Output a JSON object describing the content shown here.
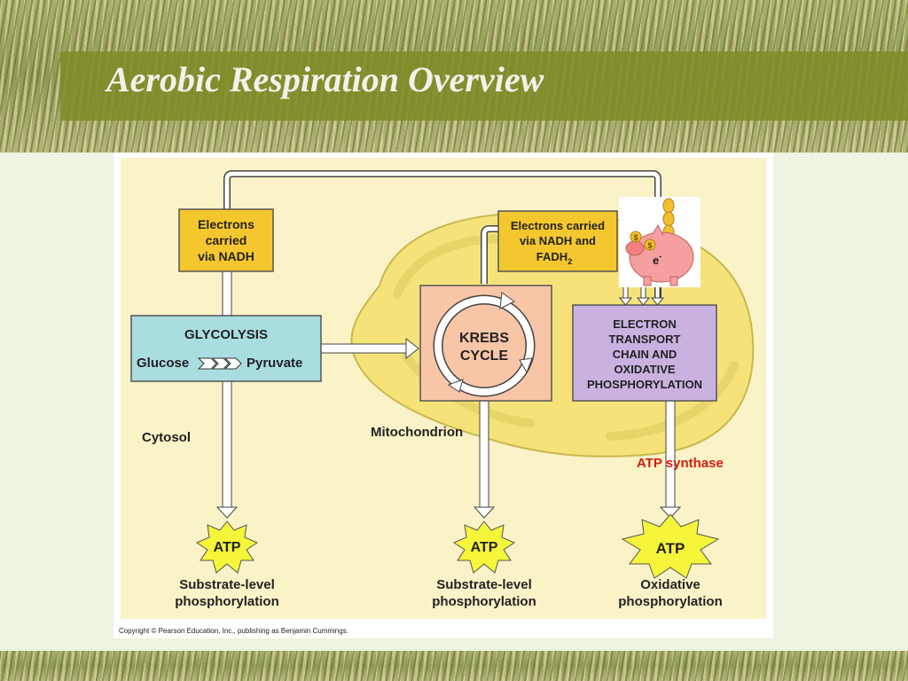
{
  "slide": {
    "title": "Aerobic Respiration Overview"
  },
  "diagram": {
    "electrons_nadh_box": [
      "Electrons",
      "carried",
      "via NADH"
    ],
    "electrons_nadh_fadh2_box": [
      "Electrons carried",
      "via NADH and",
      "FADH"
    ],
    "fadh2_subscript": "2",
    "glycolysis_title": "GLYCOLYSIS",
    "glucose_label": "Glucose",
    "pyruvate_label": "Pyruvate",
    "krebs_lines": [
      "KREBS",
      "CYCLE"
    ],
    "etc_lines": [
      "ELECTRON",
      "TRANSPORT",
      "CHAIN AND",
      "OXIDATIVE",
      "PHOSPHORYLATION"
    ],
    "cytosol_label": "Cytosol",
    "mitochondrion_label": "Mitochondrion",
    "atp_synthase_label": "ATP synthase",
    "atp_label": "ATP",
    "outputs": [
      {
        "lines": [
          "Substrate-level",
          "phosphorylation"
        ]
      },
      {
        "lines": [
          "Substrate-level",
          "phosphorylation"
        ]
      },
      {
        "lines": [
          "Oxidative",
          "phosphorylation"
        ]
      }
    ],
    "piggy_label": "e",
    "piggy_superscript": "-",
    "coin_symbol": "$",
    "copyright": "Copyright © Pearson Education, Inc., publishing as Benjamin Cummings."
  },
  "colors": {
    "background": "#fbf3c8",
    "mitochondrion": "#f5e37a",
    "nadh_box": "#f5c72e",
    "glycolysis_box": "#a9dde0",
    "krebs_box": "#f8c5a7",
    "etc_box": "#c9b2e0",
    "atp_star": "#f5f53a",
    "atp_synthase_text": "#d02010"
  }
}
